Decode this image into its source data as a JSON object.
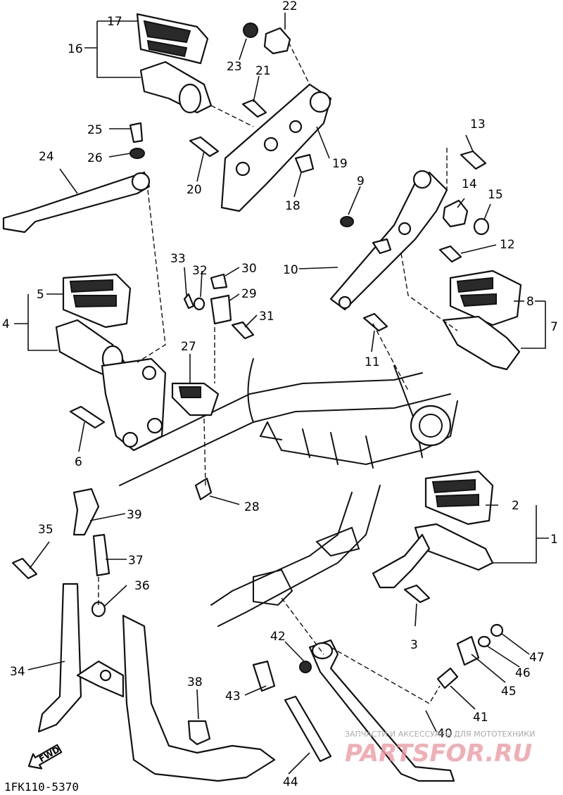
{
  "diagram": {
    "code": "1FK110-5370",
    "forward_label": "FWD",
    "watermark": {
      "subtitle": "ЗАПЧАСТИ И АКСЕССУАРЫ ДЛЯ МОТОТЕХНИКИ",
      "brand": "PARTSFOR.RU"
    },
    "callouts": [
      "1",
      "2",
      "3",
      "4",
      "5",
      "6",
      "7",
      "8",
      "9",
      "10",
      "11",
      "12",
      "13",
      "14",
      "15",
      "16",
      "17",
      "18",
      "19",
      "20",
      "21",
      "22",
      "23",
      "24",
      "25",
      "26",
      "27",
      "28",
      "29",
      "30",
      "31",
      "32",
      "33",
      "34",
      "35",
      "36",
      "37",
      "38",
      "39",
      "40",
      "41",
      "42",
      "43",
      "44",
      "45",
      "46",
      "47"
    ]
  }
}
